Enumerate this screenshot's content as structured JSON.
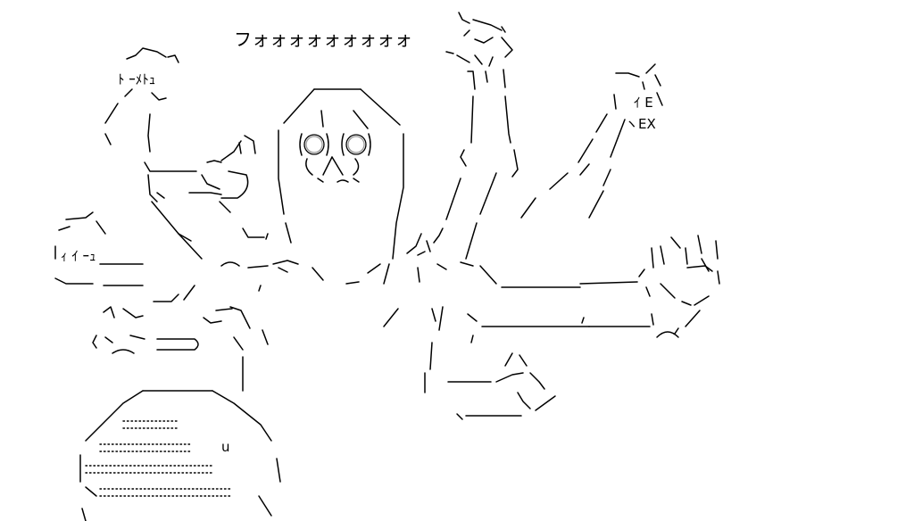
{
  "art": {
    "shout_text": "フォォォォォォォォォ",
    "left_fist_text": "ﾄ ｰﾒﾄｭ",
    "right_hand_letters": "ｲ E",
    "right_hand_text": "ヽEX",
    "left_hand_text": "ｨ ｲ ｰｭ",
    "foot_mark": "u"
  }
}
